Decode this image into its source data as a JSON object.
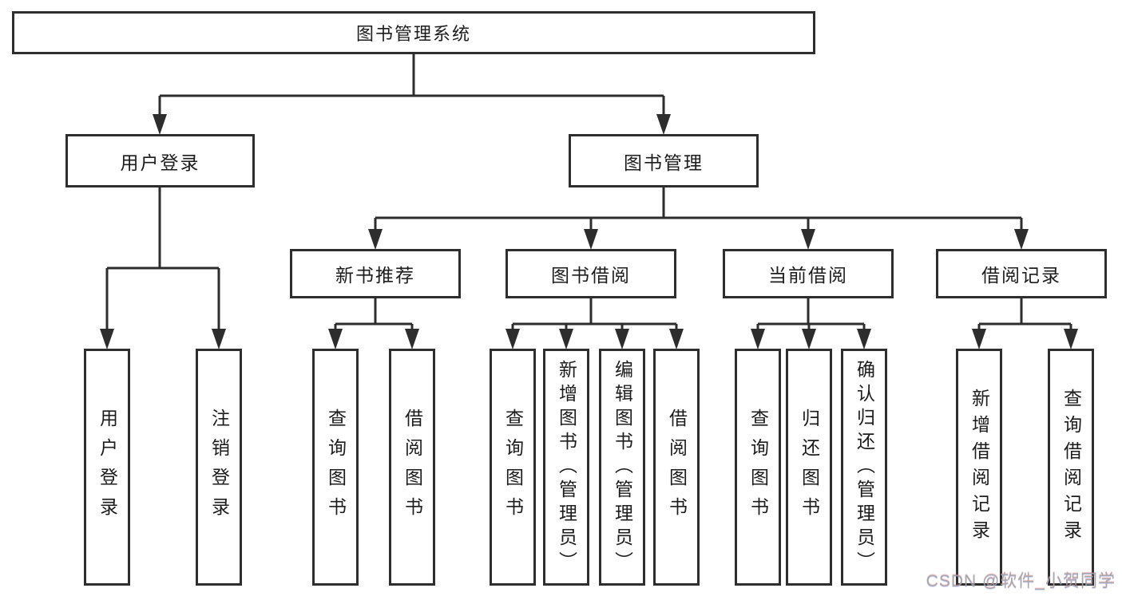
{
  "tree": {
    "label": "图书管理系统",
    "children": [
      {
        "label": "用户登录",
        "children": [
          {
            "label": "用户登录"
          },
          {
            "label": "注销登录"
          }
        ]
      },
      {
        "label": "图书管理",
        "children": [
          {
            "label": "新书推荐",
            "children": [
              {
                "label": "查询图书"
              },
              {
                "label": "借阅图书"
              }
            ]
          },
          {
            "label": "图书借阅",
            "children": [
              {
                "label": "查询图书"
              },
              {
                "label": "新增图书（管理员）"
              },
              {
                "label": "编辑图书（管理员）"
              },
              {
                "label": "借阅图书"
              }
            ]
          },
          {
            "label": "当前借阅",
            "children": [
              {
                "label": "查询图书"
              },
              {
                "label": "归还图书"
              },
              {
                "label": "确认归还（管理员）"
              }
            ]
          },
          {
            "label": "借阅记录",
            "children": [
              {
                "label": "新增借阅记录"
              },
              {
                "label": "查询借阅记录"
              }
            ]
          }
        ]
      }
    ]
  },
  "watermark": "CSDN @软件_小贺同学",
  "colors": {
    "line": "#2d2d2d",
    "border": "#2e2e2e",
    "text": "#1c1c1c",
    "background": "#ffffff",
    "watermark": "#9fa1a6"
  }
}
